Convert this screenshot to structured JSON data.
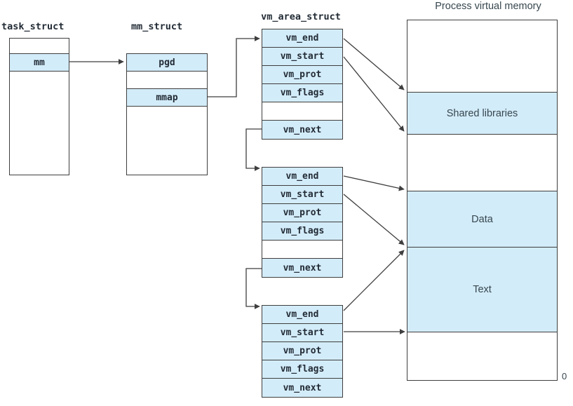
{
  "task_struct": {
    "title": "task_struct",
    "mm_field": "mm"
  },
  "mm_struct": {
    "title": "mm_struct",
    "pgd_field": "pgd",
    "mmap_field": "mmap"
  },
  "vm_area_struct": {
    "title": "vm_area_struct",
    "structs": [
      {
        "rows": [
          "vm_end",
          "vm_start",
          "vm_prot",
          "vm_flags",
          "",
          "vm_next"
        ]
      },
      {
        "rows": [
          "vm_end",
          "vm_start",
          "vm_prot",
          "vm_flags",
          "",
          "vm_next"
        ]
      },
      {
        "rows": [
          "vm_end",
          "vm_start",
          "vm_prot",
          "vm_flags",
          "vm_next"
        ]
      }
    ]
  },
  "process_memory": {
    "title": "Process virtual memory",
    "regions": [
      "",
      "Shared libraries",
      "",
      "Data",
      "Text",
      ""
    ],
    "origin_label": "0"
  },
  "colors": {
    "highlight": "#d3ecf9",
    "line": "#3e3e3e",
    "mono_text": "#232c36",
    "label_text": "#37474f"
  }
}
